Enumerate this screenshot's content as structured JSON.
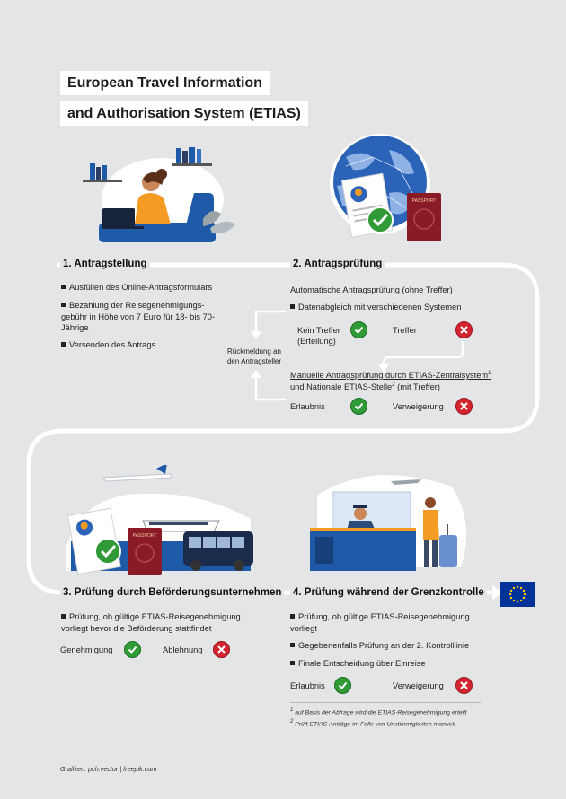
{
  "title": {
    "line1": "European Travel Information",
    "line2": "and Authorisation System (ETIAS)"
  },
  "step1": {
    "heading": "1. Antragstellung",
    "bullets": [
      "Ausfüllen des Online-Antragsformulars",
      "Bezahlung der Reisegenehmigungs-gebühr in Höhe von 7 Euro für 18- bis 70-Jährige",
      "Versenden des Antrags"
    ]
  },
  "step2": {
    "heading": "2. Antragsprüfung",
    "auto_title": "Automatische Antragsprüfung (ohne Treffer)",
    "auto_bullet": "Datenabgleich mit verschiedenen Systemen",
    "no_hit": "Kein Treffer (Erteilung)",
    "hit": "Treffer",
    "manual_title_a": "Manuelle Antragsprüfung durch ETIAS-Zentralsystem",
    "manual_title_b": "und Nationale ETIAS-Stelle",
    "manual_title_c": " (mit Treffer)",
    "sup1": "1",
    "sup2": "2",
    "permit": "Erlaubnis",
    "refusal": "Verweigerung",
    "feedback": "Rückmeldung an den Antragsteller"
  },
  "step3": {
    "heading": "3. Prüfung durch Beförderungsunternehmen",
    "bullet": "Prüfung, ob gültige ETIAS-Reisegenehmigung vorliegt bevor die Beförderung stattfindet",
    "approval": "Genehmigung",
    "rejection": "Ablehnung"
  },
  "step4": {
    "heading": "4. Prüfung während der Grenzkontrolle",
    "bullets": [
      "Prüfung, ob gültige ETIAS-Reisegenehmigung vorliegt",
      "Gegebenenfalls Prüfung an der 2. Kontrolllinie",
      "Finale Entscheidung über Einreise"
    ],
    "permit": "Erlaubnis",
    "refusal": "Verweigerung"
  },
  "footnotes": {
    "fn1_mark": "1",
    "fn1": " auf Basis der Abfrage wird die ETIAS-Reisegenehmigung erteilt",
    "fn2_mark": "2",
    "fn2": " Prüft ETIAS-Anträge im Falle von Unstimmigkeiten manuell"
  },
  "passport_label": "PASSPORT",
  "credit": "Grafiken: pch.vector | freepik.com",
  "colors": {
    "background": "#e4e5e6",
    "flow_line": "#ffffff",
    "accent_blue": "#1e5aa8",
    "ok_green": "#2f9a36",
    "no_red": "#d3242f",
    "eu_blue": "#003399",
    "eu_star": "#ffcc00"
  },
  "icons": [
    "person-laptop-illustration",
    "globe-passport-illustration",
    "transport-illustration",
    "border-control-illustration",
    "eu-flag-icon",
    "check-icon",
    "cross-icon"
  ]
}
